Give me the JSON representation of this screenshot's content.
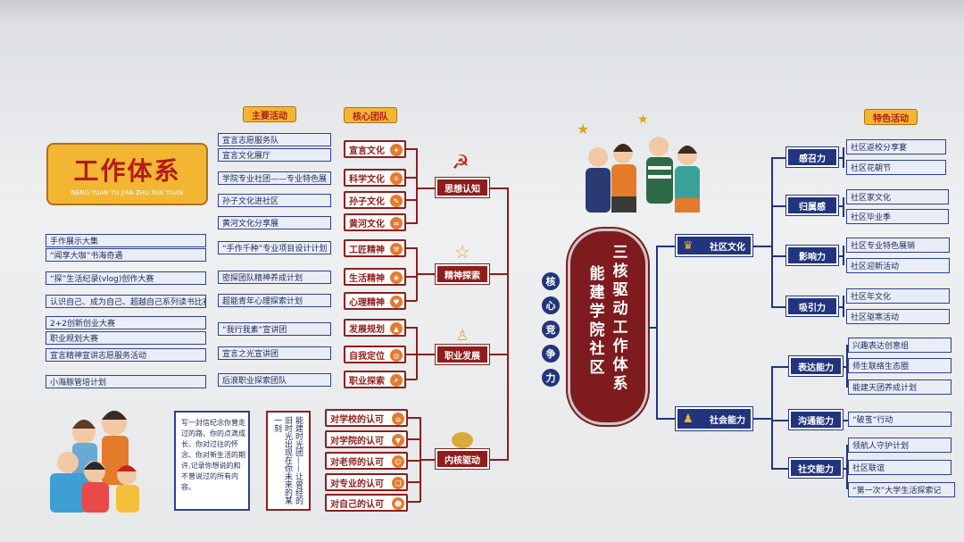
{
  "title_card": {
    "title": "工作体系",
    "pinyin": "NENG YUAN YU JIAN ZHU XUE YUAN"
  },
  "headers": {
    "main_activities": "主要活动",
    "core_team": "核心团队",
    "feature_activities": "特色活动"
  },
  "activities_mid": [
    "宣言志愿服务队",
    "宣言文化展厅",
    "学院专业社团——专业特色展",
    "孙子文化进社区",
    "黄河文化分享展",
    "“手作千种”专业项目设计计划",
    "密探团队精神养成计划",
    "超能青年心理探索计划",
    "“我行我素”宣讲团",
    "宣言之光宣讲团",
    "后浪职业探索团队"
  ],
  "activities_left": [
    "手作展示大集",
    "“闻享大咖”书海奇遇",
    "“探”生活纪录(vlog)创作大赛",
    "认识自己、成为自己、超越自己系列读书比赛",
    "2+2创新创业大赛",
    "职业规划大赛",
    "宣言精神宣讲志愿服务活动",
    "小海豚管培计划"
  ],
  "core_team": [
    "宣言文化",
    "科学文化",
    "孙子文化",
    "黄河文化",
    "工匠精神",
    "生活精神",
    "心理精神",
    "发展规划",
    "自我定位",
    "职业探索",
    "对学校的认可",
    "对学院的认可",
    "对老师的认可",
    "对专业的认可",
    "对自己的认可"
  ],
  "pillars": [
    "思想认知",
    "精神探索",
    "职业发展",
    "内核驱动"
  ],
  "letter_text": "写一封信纪念你曾走过的路、你的点滴成长、你对过往的怀念、你对新生活的期许,记录你想说的和不曾说过的所有内容。",
  "capsule_text": "能建时光团——让曾经的旧时光出现在你未来的某一刻",
  "core_competence": [
    "核",
    "心",
    "竞",
    "争",
    "力"
  ],
  "banner": {
    "line1": "三核驱动工作体系",
    "line2": "能建学院社区"
  },
  "branches": [
    "社区文化",
    "社会能力"
  ],
  "abilities": [
    "感召力",
    "归属感",
    "影响力",
    "吸引力",
    "表达能力",
    "沟通能力",
    "社交能力"
  ],
  "features": [
    "社区返校分享宴",
    "社区花朝节",
    "社区家文化",
    "社区毕业季",
    "社区专业特色展销",
    "社区迎新活动",
    "社区年文化",
    "社区驱寒活动",
    "兴趣表达创意组",
    "师生联络生态圈",
    "能建天团养成计划",
    "“破茧”行动",
    "领航人守护计划",
    "社区联谊",
    "“第一次”大学生活探索记"
  ],
  "colors": {
    "navy": "#23347e",
    "maroon": "#8e1d1d",
    "gold": "#f2b632"
  }
}
